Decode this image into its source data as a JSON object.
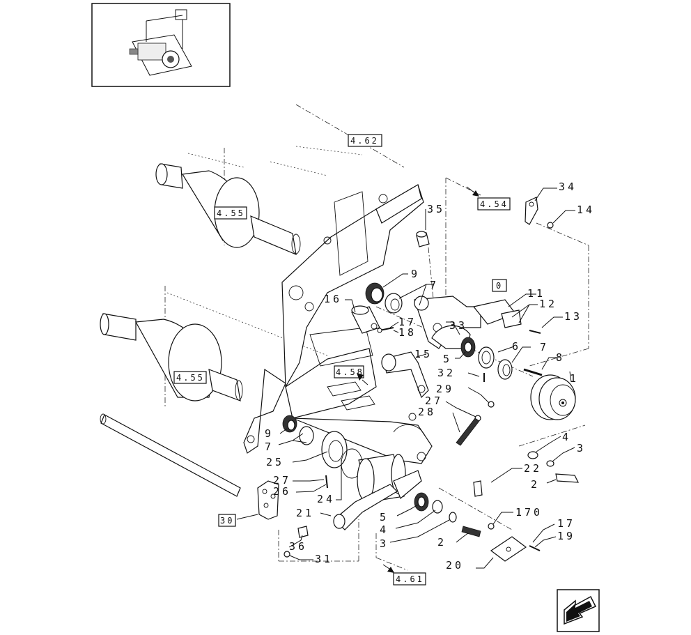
{
  "callouts": [
    "1",
    "2",
    "2",
    "3",
    "3",
    "4",
    "4",
    "5",
    "5",
    "6",
    "7",
    "7",
    "7",
    "8",
    "9",
    "9",
    "11",
    "12",
    "13",
    "14",
    "15",
    "16",
    "17",
    "17",
    "18",
    "19",
    "20",
    "21",
    "22",
    "24",
    "25",
    "26",
    "27",
    "27",
    "28",
    "29",
    "30",
    "31",
    "32",
    "33",
    "34",
    "35",
    "36",
    "170",
    "0"
  ],
  "references": [
    "4.62",
    "4.54",
    "4.55",
    "4.55",
    "4.58",
    "4.61"
  ],
  "nav": {
    "next_icon": "next-page-arrow-icon"
  }
}
